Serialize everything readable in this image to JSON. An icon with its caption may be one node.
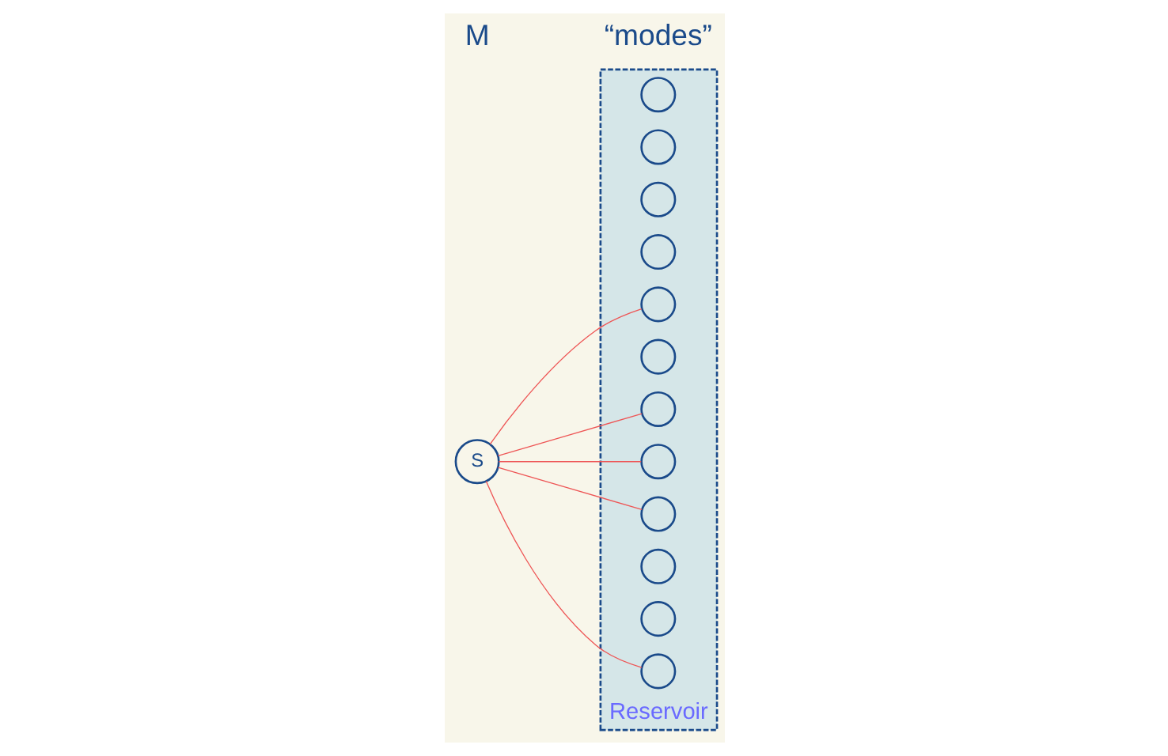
{
  "diagram": {
    "nodes": [
      {
        "text": [
          "Reservoir"
        ]
      },
      {
        "text": [],
        "shape": "circle",
        "in": 0
      },
      {
        "text": [],
        "shape": "circle",
        "in": 0
      },
      {
        "text": [],
        "shape": "circle",
        "in": 0
      },
      {
        "text": [],
        "shape": "circle",
        "in": 0
      },
      {
        "text": [],
        "shape": "circle",
        "in": 0
      },
      {
        "text": [],
        "shape": "circle",
        "in": 0
      },
      {
        "text": [],
        "shape": "circle",
        "in": 0
      },
      {
        "text": [],
        "shape": "circle",
        "in": 0
      },
      {
        "text": [],
        "shape": "circle",
        "in": 0
      },
      {
        "text": [],
        "shape": "circle",
        "in": 0
      },
      {
        "text": [],
        "shape": "circle",
        "in": 0
      },
      {
        "text": [],
        "shape": "circle",
        "in": 0
      },
      {
        "text": [
          "S"
        ]
      }
    ],
    "edges": [
      {
        "from": 13,
        "to": 5,
        "arrow": "none"
      },
      {
        "from": 13,
        "to": 7,
        "arrow": "none"
      },
      {
        "from": 13,
        "to": 8,
        "arrow": "none"
      },
      {
        "from": 13,
        "to": 9,
        "arrow": "none"
      },
      {
        "from": 13,
        "to": 12,
        "arrow": "none"
      }
    ],
    "labels": [
      "M",
      "“modes”"
    ]
  }
}
